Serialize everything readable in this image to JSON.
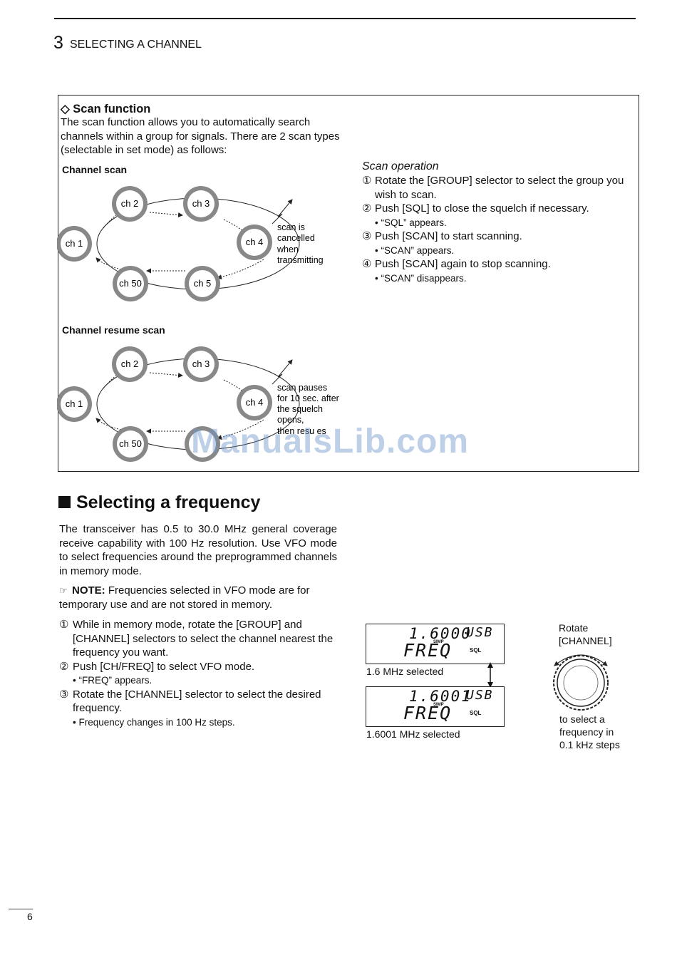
{
  "header": {
    "chapter_number": "3",
    "chapter_title": "SELECTING A CHANNEL"
  },
  "scan_box": {
    "title": "◇ Scan function",
    "intro": "The scan function allows you to automatically search channels within a group for signals. There are 2 scan types (selectable in set mode) as follows:",
    "channel_scan": {
      "heading": "Channel scan",
      "channels": [
        "ch 1",
        "ch 2",
        "ch 3",
        "ch 4",
        "ch 5",
        "ch 50"
      ],
      "note_lines": [
        "scan is",
        "cancelled",
        "when",
        "transmitting"
      ]
    },
    "resume_scan": {
      "heading": "Channel resume scan",
      "channels": [
        "ch 1",
        "ch 2",
        "ch 3",
        "ch 4",
        "ch 50"
      ],
      "note_lines": [
        "scan pauses",
        "for 10 sec. after",
        "the squelch",
        "opens,",
        "then resu es"
      ]
    },
    "scan_operation": {
      "title": "Scan operation",
      "steps": [
        {
          "num": "①",
          "text": "Rotate the [GROUP] selector to select the group you wish to scan.",
          "sub": ""
        },
        {
          "num": "②",
          "text": "Push [SQL] to close the squelch if necessary.",
          "sub": "• “SQL” appears."
        },
        {
          "num": "③",
          "text": "Push [SCAN] to start scanning.",
          "sub": "• “SCAN” appears."
        },
        {
          "num": "④",
          "text": "Push [SCAN] again to stop scanning.",
          "sub": "• “SCAN” disappears."
        }
      ]
    }
  },
  "freq_section": {
    "title": "Selecting a frequency",
    "paragraph": "The transceiver has 0.5 to 30.0 MHz general coverage receive capability with 100 Hz resolution. Use VFO mode to select frequencies around the preprogrammed channels in memory mode.",
    "note_label": "NOTE:",
    "note_text": "Frequencies selected in VFO mode are for temporary use and are not stored in memory.",
    "steps": [
      {
        "num": "①",
        "text": "While in memory mode, rotate the [GROUP] and [CHANNEL] selectors to select the channel nearest the frequency you want.",
        "sub": ""
      },
      {
        "num": "②",
        "text": "Push [CH/FREQ] to select VFO mode.",
        "sub": "• “FREQ” appears."
      },
      {
        "num": "③",
        "text": "Rotate the [CHANNEL] selector to select the desired frequency.",
        "sub": "• Frequency changes in 100 Hz steps."
      }
    ],
    "display1": {
      "freq": "1.6000",
      "mode": "USB",
      "simp": "SIMP",
      "freq_word": "FREQ",
      "sql": "SQL",
      "caption": "1.6 MHz selected"
    },
    "display2": {
      "freq": "1.6001",
      "mode": "USB",
      "simp": "SIMP",
      "freq_word": "FREQ",
      "sql": "SQL",
      "caption": "1.6001 MHz selected"
    },
    "knob": {
      "label_lines": [
        "Rotate",
        "[CHANNEL]"
      ],
      "caption_lines": [
        "to select a",
        "frequency in",
        "0.1 kHz steps"
      ]
    }
  },
  "watermark": "ManualsLib.com",
  "page_number": "6"
}
